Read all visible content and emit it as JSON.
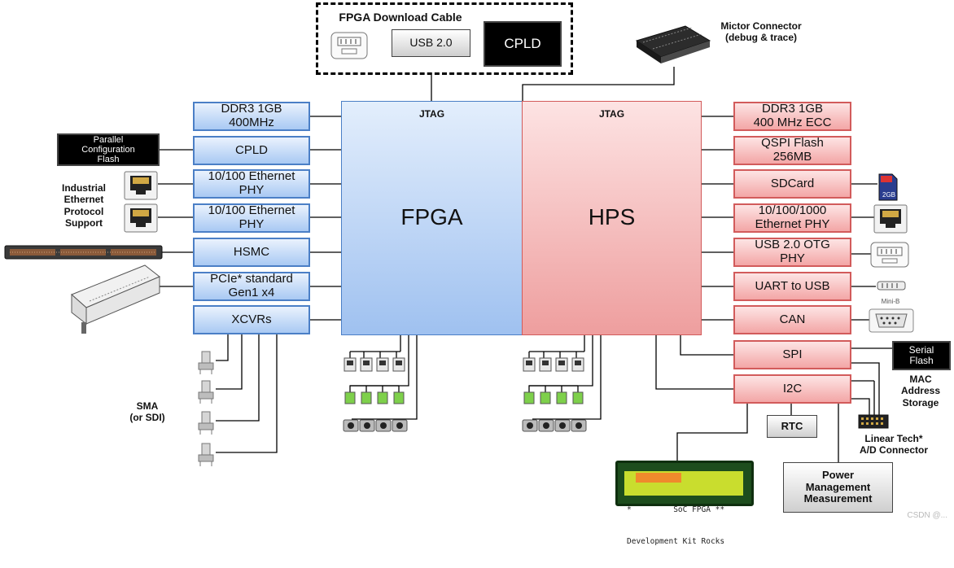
{
  "download": {
    "title": "FPGA Download Cable",
    "usb": "USB 2.0",
    "cpld": "CPLD"
  },
  "mictor": {
    "label": "Mictor Connector\n(debug & trace)"
  },
  "fpga": {
    "title": "FPGA",
    "jtag": "JTAG"
  },
  "hps": {
    "title": "HPS",
    "jtag": "JTAG"
  },
  "fpga_left": [
    {
      "label": "DDR3 1GB\n400MHz"
    },
    {
      "label": "CPLD"
    },
    {
      "label": "10/100 Ethernet\nPHY"
    },
    {
      "label": "10/100 Ethernet\nPHY"
    },
    {
      "label": "HSMC"
    },
    {
      "label": "PCIe* standard\nGen1 x4"
    },
    {
      "label": "XCVRs"
    }
  ],
  "hps_right": [
    {
      "label": "DDR3 1GB\n400 MHz ECC"
    },
    {
      "label": "QSPI Flash\n256MB"
    },
    {
      "label": "SDCard"
    },
    {
      "label": "10/100/1000\nEthernet PHY"
    },
    {
      "label": "USB 2.0 OTG\nPHY"
    },
    {
      "label": "UART to USB"
    },
    {
      "label": "CAN"
    },
    {
      "label": "SPI"
    },
    {
      "label": "I2C"
    }
  ],
  "labels": {
    "parallel_flash": "Parallel\nConfiguration\nFlash",
    "industrial": "Industrial\nEthernet\nProtocol\nSupport",
    "sma": "SMA\n(or SDI)",
    "serial_flash": "Serial\nFlash",
    "mac": "MAC\nAddress\nStorage",
    "rtc": "RTC",
    "linear": "Linear Tech*\nA/D Connector",
    "power": "Power\nManagement\nMeasurement",
    "mini_b": "Mini-B",
    "sd_glyph": "2GB"
  },
  "lcd": {
    "line1": "*         SoC FPGA **",
    "line2": "Development Kit Rocks"
  },
  "watermark": "CSDN @...",
  "colors": {
    "fpga_border": "#4b7fc6",
    "hps_border": "#d25b5b",
    "wire": "#000000"
  }
}
